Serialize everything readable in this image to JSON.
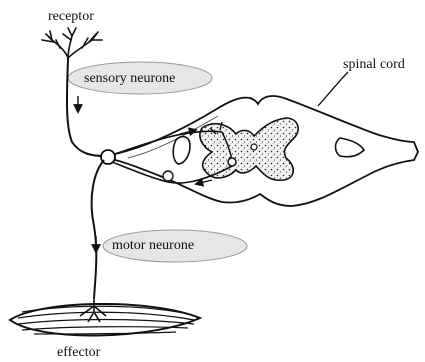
{
  "diagram": {
    "labels": {
      "receptor": "receptor",
      "sensory_neurone": "sensory neurone",
      "spinal_cord": "spinal cord",
      "motor_neurone": "motor neurone",
      "effector": "effector"
    },
    "colors": {
      "ink": "#111111",
      "highlight": "#e6e6e6",
      "grey_matter_fill": "#f4f4f4"
    }
  }
}
